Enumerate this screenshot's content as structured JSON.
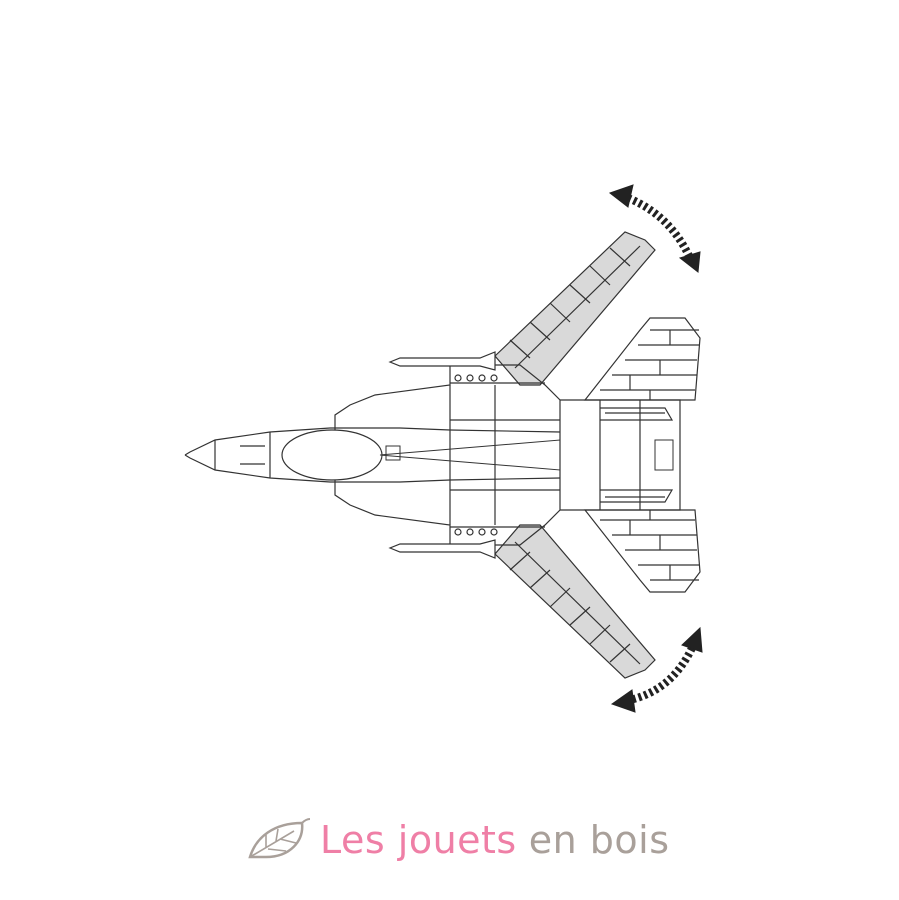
{
  "illustration": {
    "subject": "fighter-jet-swing-wing",
    "line_color": "#333333",
    "fill_color": "#d9d9d9"
  },
  "logo": {
    "part1": "Les jouets",
    "part2": "en bois",
    "color_pink": "#ef7fa6",
    "color_grey": "#a9a09a"
  }
}
